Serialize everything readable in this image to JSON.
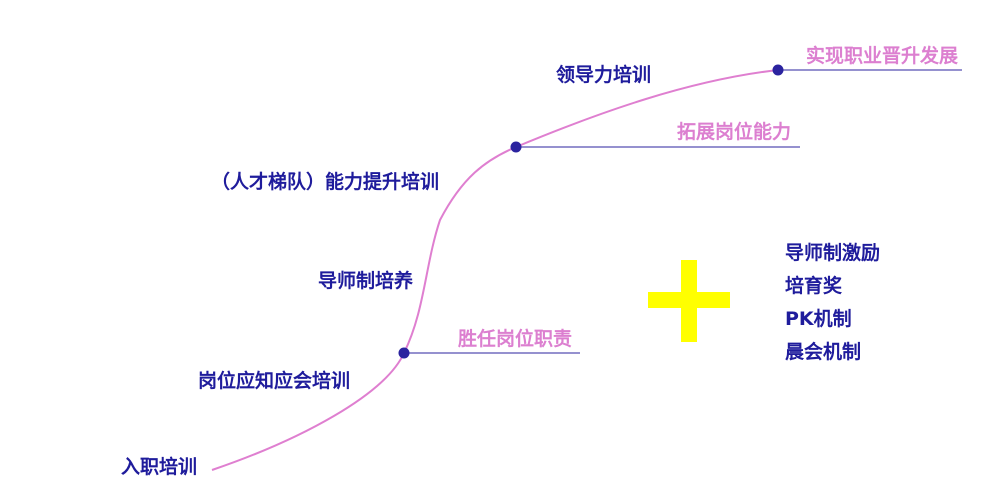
{
  "colors": {
    "curve": "#df7fd0",
    "node": "#2b239f",
    "stage_text": "#1f1c9c",
    "goal_text": "#dc7fd0",
    "plus": "#ffff00"
  },
  "stages": [
    "入职培训",
    "岗位应知应会培训",
    "导师制培养",
    "（人才梯队）能力提升培训",
    "领导力培训"
  ],
  "goals": [
    "胜任岗位职责",
    "拓展岗位能力",
    "实现职业晋升发展"
  ],
  "mechanisms": [
    "导师制激励",
    "培育奖",
    "PK机制",
    "晨会机制"
  ],
  "plus_icon": "plus-icon"
}
